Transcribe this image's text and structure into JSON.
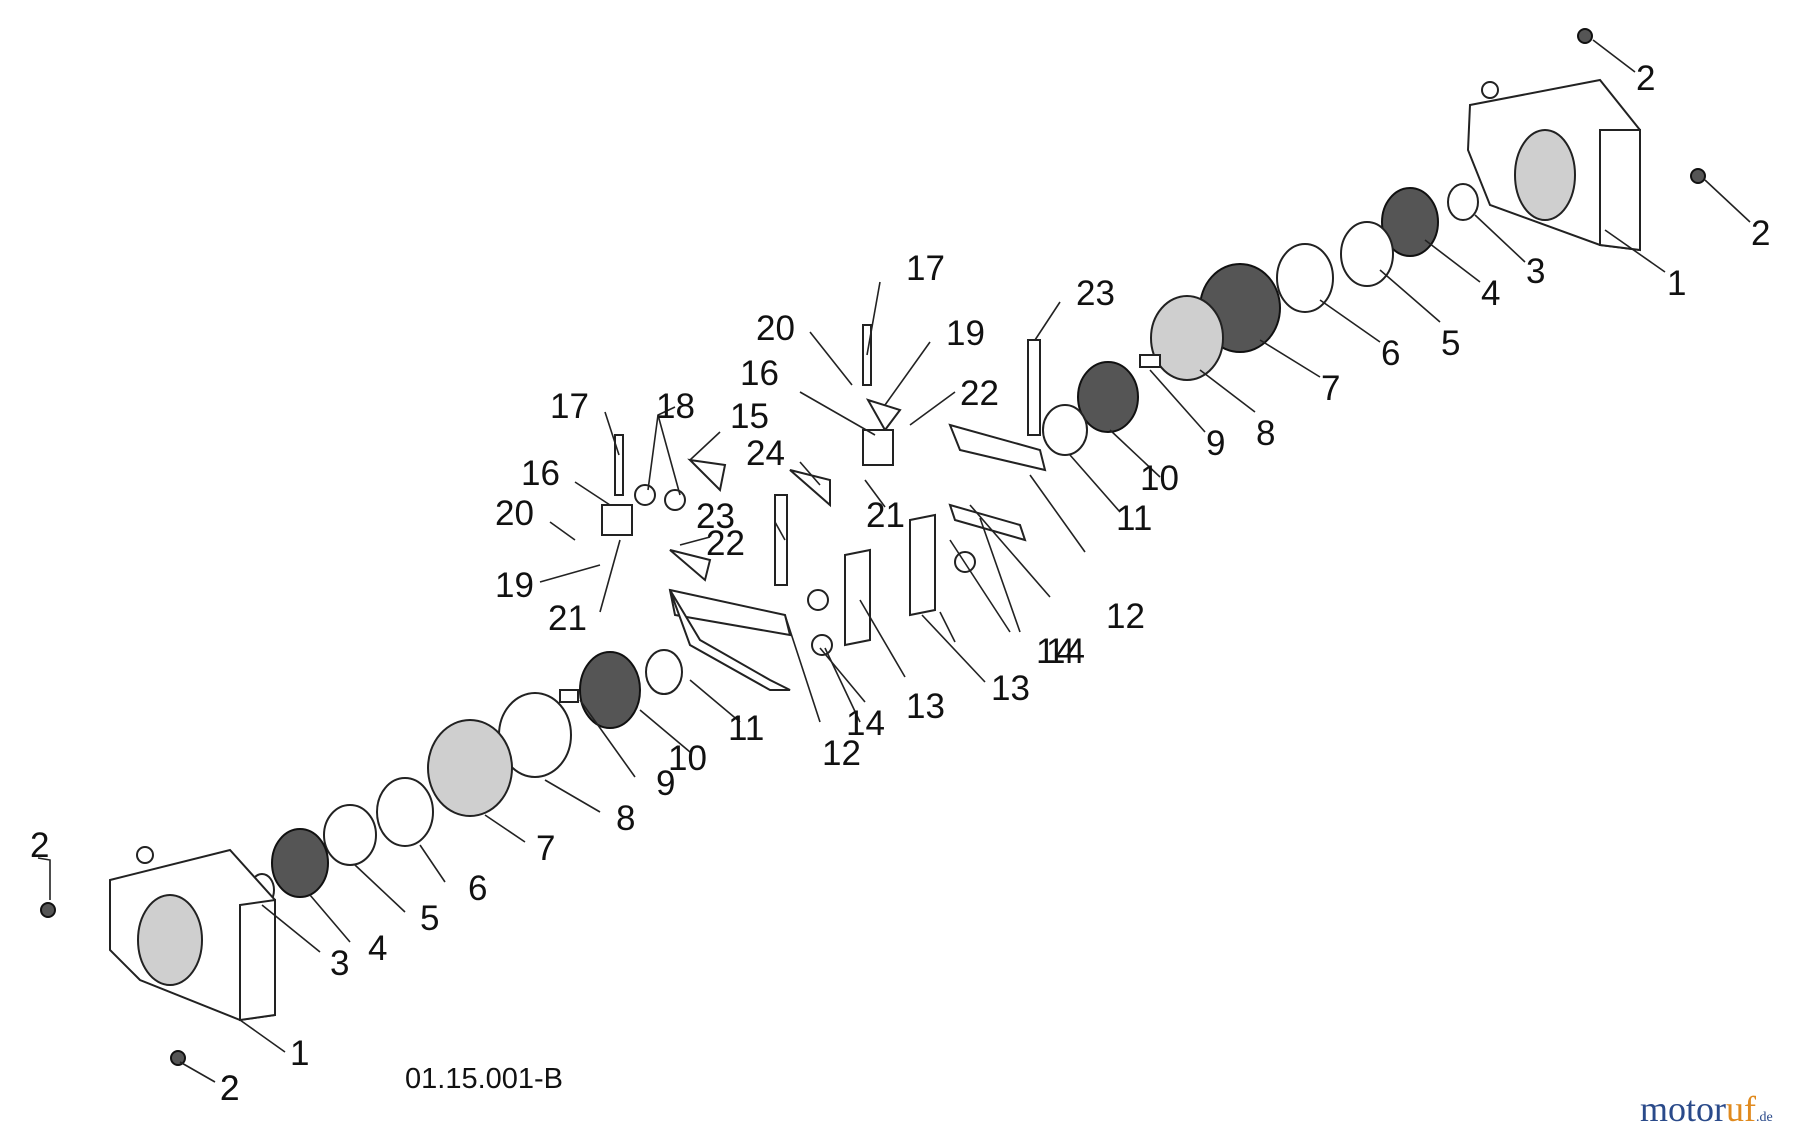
{
  "diagram": {
    "drawing_code": "01.15.001-B",
    "callouts": [
      "2",
      "2",
      "2",
      "1",
      "3",
      "4",
      "5",
      "6",
      "7",
      "8",
      "9",
      "10",
      "11",
      "12",
      "14",
      "13",
      "23",
      "22",
      "19",
      "17",
      "20",
      "16",
      "21",
      "24",
      "15",
      "18",
      "17",
      "16",
      "20",
      "19",
      "21",
      "22",
      "23",
      "12",
      "11",
      "10",
      "9",
      "8",
      "7",
      "6",
      "5",
      "4",
      "3",
      "2",
      "1",
      "2",
      "13",
      "14",
      "14"
    ]
  },
  "branding": {
    "logo_main": "motor",
    "logo_accent": "uf",
    "logo_suffix": ".de"
  }
}
